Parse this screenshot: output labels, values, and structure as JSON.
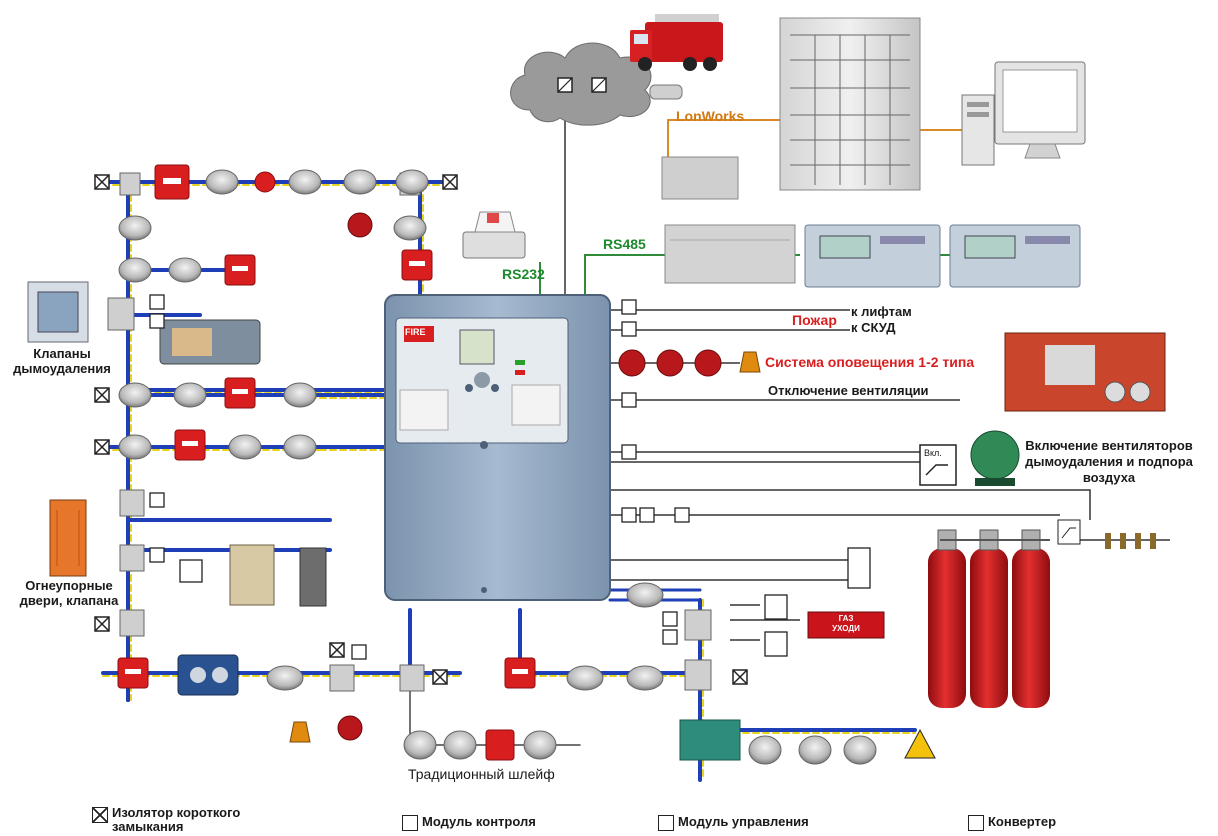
{
  "labels": {
    "klapany": "Клапаны\nдымоудаления",
    "ogneupornye": "Огнеупорные\nдвери, клапана",
    "traditional_loop": "Традиционный шлейф",
    "lonworks": "LonWorks",
    "rs485": "RS485",
    "rs232": "RS232",
    "pozhar": "Пожар",
    "k_liftam": "к лифтам",
    "k_skud": "к СКУД",
    "sistema": "Система оповещения 1-2 типа",
    "otklyuchenie": "Отключение вентиляции",
    "vklyuchenie": "Включение вентиляторов\nдымоудаления и подпора\nвоздуха",
    "gaz_ukhodi": "ГАЗ\nУХОДИ",
    "vkl": "Вкл.",
    "fire": "FIRE"
  },
  "legend": [
    {
      "symbol": "isolator",
      "text": "Изолятор короткого\nзамыкания"
    },
    {
      "symbol": "control_module",
      "text": "Модуль контроля"
    },
    {
      "symbol": "relay_module",
      "text": "Модуль управления"
    },
    {
      "symbol": "converter",
      "text": "Конвертер"
    }
  ],
  "colors": {
    "loop_blue": "#1f3fb8",
    "loop_yellow": "#e8d21a",
    "green_bus": "#2e8b3a",
    "orange_bus": "#d98a26",
    "panel": "#8fa5bd",
    "cylinder": "#d01e22",
    "alarm_red": "#d81e1e"
  }
}
